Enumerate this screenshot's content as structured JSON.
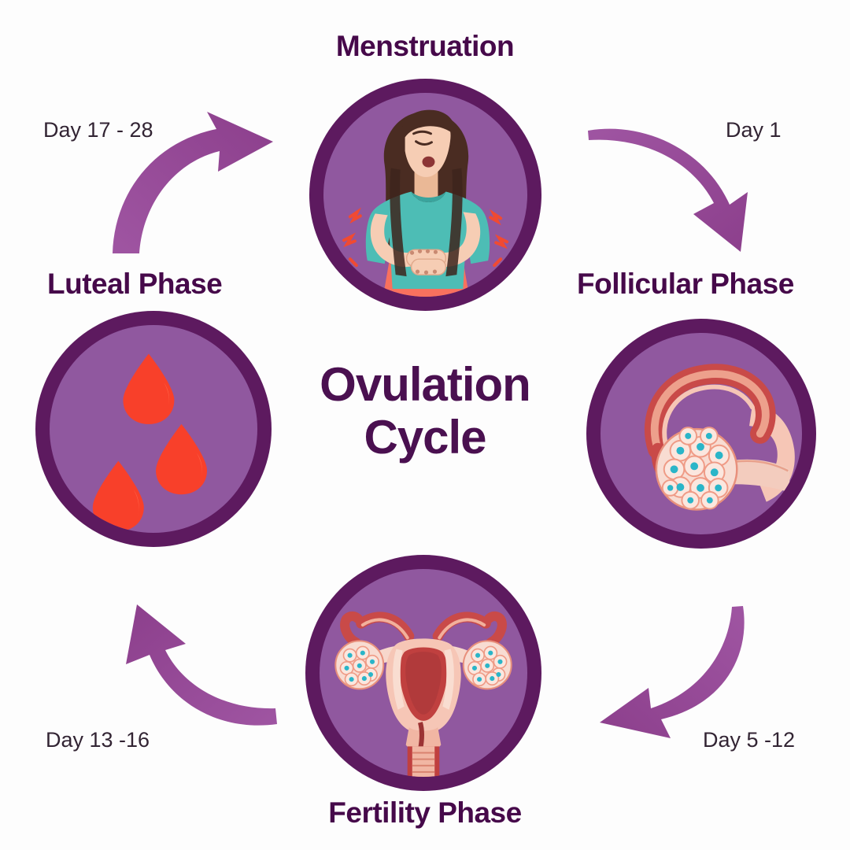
{
  "title": {
    "line1": "Ovulation",
    "line2": "Cycle"
  },
  "background_color": "#fdfdfd",
  "colors": {
    "ring": "#5d1a5f",
    "disc": "#90589f",
    "label_text": "#46094a",
    "day_text": "#322433",
    "title_text": "#4a1050",
    "arrow": "#9a4d9a",
    "blood_drop": "#f8402a",
    "shirt_teal": "#4dbdb5",
    "skirt_coral": "#f8715e",
    "hair_brown": "#4a2c22",
    "skin": "#f6cdb4",
    "tissue_red": "#c94a48",
    "tissue_pink": "#f5c3b4",
    "follicle_dot": "#2ab5c8"
  },
  "phases": [
    {
      "id": "menstruation",
      "label": "Menstruation",
      "illustration": "woman-cramps-icon"
    },
    {
      "id": "follicular",
      "label": "Follicular Phase",
      "illustration": "ovary-follicle-icon"
    },
    {
      "id": "fertility",
      "label": "Fertility Phase",
      "illustration": "uterus-ovaries-icon"
    },
    {
      "id": "luteal",
      "label": "Luteal Phase",
      "illustration": "blood-drops-icon"
    }
  ],
  "days": [
    {
      "id": "day-1",
      "text": "Day 1"
    },
    {
      "id": "day-5-12",
      "text": "Day 5 -12"
    },
    {
      "id": "day-13-16",
      "text": "Day 13 -16"
    },
    {
      "id": "day-17-28",
      "text": "Day 17 - 28"
    }
  ],
  "arrows": [
    {
      "id": "arrow-menstruation-to-follicular",
      "direction": "down-right"
    },
    {
      "id": "arrow-follicular-to-fertility",
      "direction": "left"
    },
    {
      "id": "arrow-fertility-to-luteal",
      "direction": "up-left"
    },
    {
      "id": "arrow-luteal-to-menstruation",
      "direction": "right"
    }
  ]
}
